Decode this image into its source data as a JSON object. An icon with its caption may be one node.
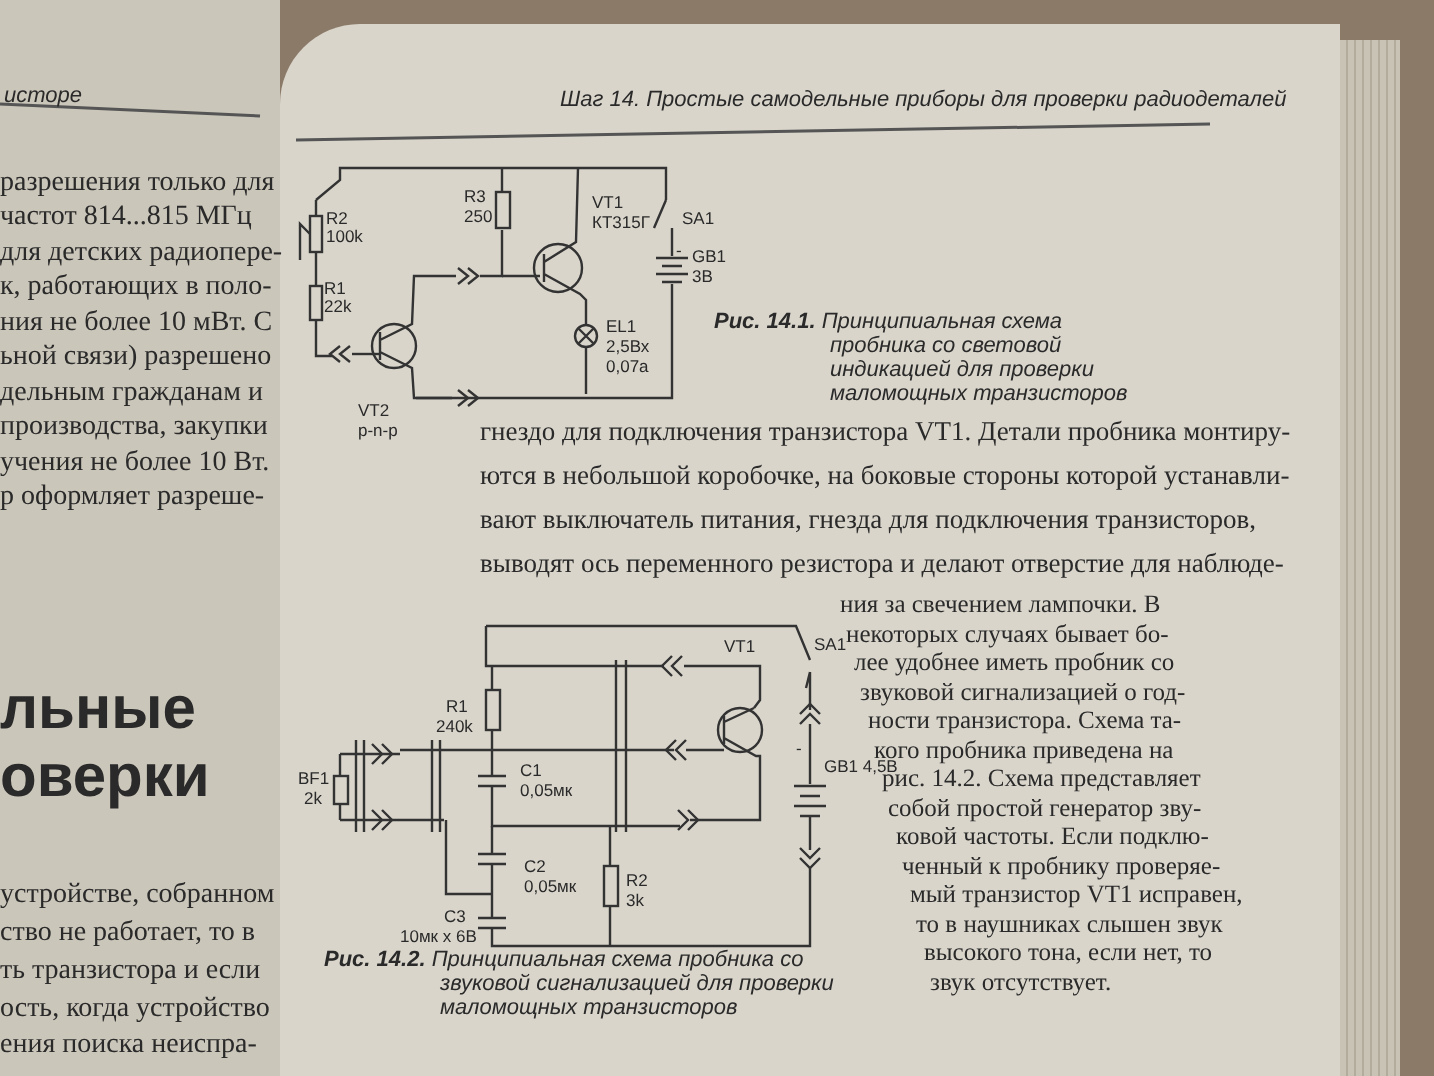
{
  "diagram": {
    "labels": [
      "исторе",
      "разрешения только для",
      "частот 814...815 МГц",
      "для детских радиопере-",
      "к, работающих в поло-",
      "ния не более 10 мВт. С",
      "ьной связи) разрешено",
      "дельным гражданам и",
      "производства, закупки",
      "учения не более 10 Вт.",
      "р оформляет разреше-",
      "льные",
      "оверки",
      "устройстве, собранном",
      "ство не работает, то в",
      "ть транзистора и если",
      "ость, когда устройство",
      "ения поиска неиспра-",
      "Шаг 14. Простые самодельные приборы для проверки радиодеталей",
      "R2",
      "100k",
      "R1",
      "22k",
      "R3",
      "250",
      "VT1",
      "КТ315Г",
      "SA1",
      "-",
      "GB1",
      "3В",
      "EL1",
      "2,5Вх",
      "0,07а",
      "VT2",
      "p-n-p",
      "**Рис. 14.1.** Принципиальная схема пробника со световой индикацией для проверки маломощных транзисторов",
      "гнездо для подключения транзистора VT1. Детали пробника монтиру-",
      "ются в небольшой коробочке, на боковые стороны которой устанавли-",
      "вают выключатель питания, гнезда для подключения транзисторов,",
      "выводят ось переменного резистора и делают отверстие для наблюде-",
      "ния за свечением лампочки. В",
      "некоторых случаях бывает бо-",
      "лее удобнее иметь пробник со",
      "звуковой сигнализацией о год-",
      "ности транзистора. Схема та-",
      "кого пробника приведена на",
      "рис. 14.2. Схема представляет",
      "собой простой генератор зву-",
      "ковой частоты. Если подклю-",
      "ченный к пробнику проверяе-",
      "мый транзистор VT1 исправен,",
      "то в наушниках слышен звук",
      "высокого тона, если нет, то",
      "звук отсутствует.",
      "R1",
      "240k",
      "VT1",
      "SA1",
      "BF1",
      "2k",
      "C1",
      "0,05мк",
      "-",
      "GB1 4,5В",
      "C2",
      "0,05мк",
      "R2",
      "3k",
      "C3",
      "10мк х 6В",
      "**Рис. 14.2.** Принципиальная схема пробника со звуковой сигнализацией для проверки маломощных транзисторов"
    ]
  }
}
